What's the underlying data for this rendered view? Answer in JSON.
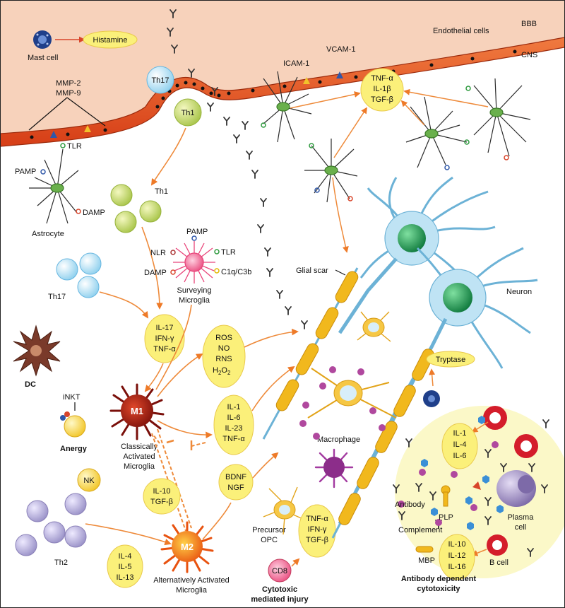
{
  "barrier": {
    "bbb": "BBB",
    "cns": "CNS",
    "endothelial": "Endothelial cells",
    "icam": "ICAM-1",
    "vcam": "VCAM-1",
    "mmp2": "MMP-2",
    "mmp9": "MMP-9"
  },
  "mast": {
    "label": "Mast cell",
    "product": "Histamine"
  },
  "tcells": {
    "th17": "Th17",
    "th1": "Th1",
    "th2": "Th2"
  },
  "astrocyte": {
    "label": "Astrocyte",
    "tlr": "TLR",
    "pamp": "PAMP",
    "damp": "DAMP"
  },
  "microglia": {
    "pamp": "PAMP",
    "nlr": "NLR",
    "tlr": "TLR",
    "damp": "DAMP",
    "c1q": "C1q/C3b",
    "label1": "Surveying",
    "label2": "Microglia"
  },
  "cytokines": {
    "top": [
      "TNF-α",
      "IL-1β",
      "TGF-β"
    ],
    "th": [
      "IL-17",
      "IFN-γ",
      "TNF-α"
    ],
    "ros": [
      "ROS",
      "NO",
      "RNS"
    ],
    "m1out": [
      "IL-1",
      "IL-6",
      "IL-23",
      "TNF-α"
    ],
    "m2in": [
      "IL-10",
      "TGF-β"
    ],
    "neuro": [
      "BDNF",
      "NGF"
    ],
    "th2": [
      "IL-4",
      "IL-5",
      "IL-13"
    ],
    "cd8": [
      "TNF-α",
      "IFN-γ",
      "TGF-β"
    ],
    "plasma1": [
      "IL-1",
      "IL-4",
      "IL-6"
    ],
    "plasma2": [
      "IL-10",
      "IL-12",
      "IL-16"
    ]
  },
  "h2o2": {
    "h": "H",
    "two": "2",
    "o": "O",
    "two2": "2"
  },
  "cells": {
    "dc": "DC",
    "inkt": "iNKT",
    "anergy": "Anergy",
    "nk": "NK",
    "m1": "M1",
    "m1_label1": "Classically",
    "m1_label2": "Activated",
    "m1_label3": "Microglia",
    "m2": "M2",
    "m2_label1": "Alternatively Activated",
    "m2_label2": "Microglia",
    "opc1": "Precursor",
    "opc2": "OPC",
    "cd8": "CD8",
    "cd8_label1": "Cytotoxic",
    "cd8_label2": "mediated injury",
    "macrophage": "Macrophage",
    "neuron": "Neuron",
    "glial_scar": "Glial scar",
    "tryptase": "Tryptase",
    "plasma1": "Plasma",
    "plasma2": "cell",
    "bcell": "B cell",
    "antibody": "Antibody",
    "complement": "Complement",
    "plp": "PLP",
    "mbp": "MBP",
    "adc1": "Antibody dependent",
    "adc2": "cytotoxicity"
  },
  "colors": {
    "vessel": "#e8511f",
    "ellipse": "#fbf07a",
    "arrow": "#ee8a3a",
    "myelin": "#f1b81d",
    "neuron": "#bfe3f4",
    "panel": "#fbf8c8"
  }
}
